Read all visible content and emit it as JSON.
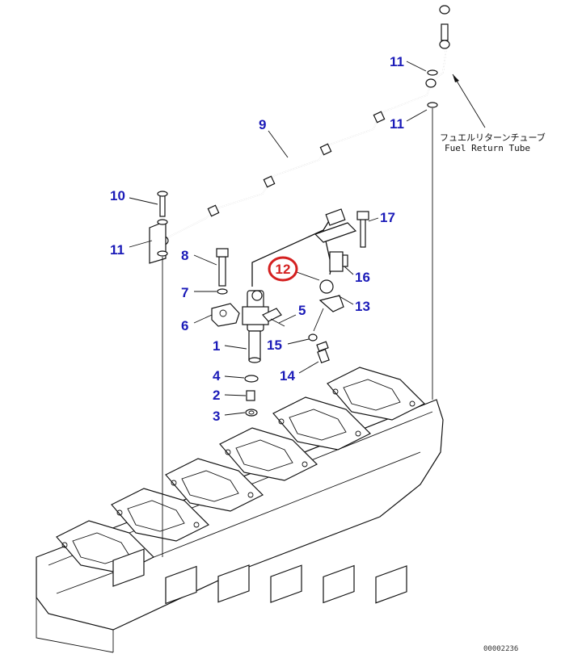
{
  "colors": {
    "callout": "#1b1bb8",
    "highlight": "#d42020",
    "line": "#111111"
  },
  "callouts": {
    "c1": "1",
    "c2": "2",
    "c3": "3",
    "c4": "4",
    "c5": "5",
    "c6": "6",
    "c7": "7",
    "c8": "8",
    "c9": "9",
    "c10": "10",
    "c11a": "11",
    "c11b": "11",
    "c11c": "11",
    "c12": "12",
    "c13": "13",
    "c14": "14",
    "c15": "15",
    "c16": "16",
    "c17": "17"
  },
  "note": {
    "jp": "フュエルリターンチューブ",
    "en": "Fuel Return Tube"
  },
  "stamp": "00002236"
}
